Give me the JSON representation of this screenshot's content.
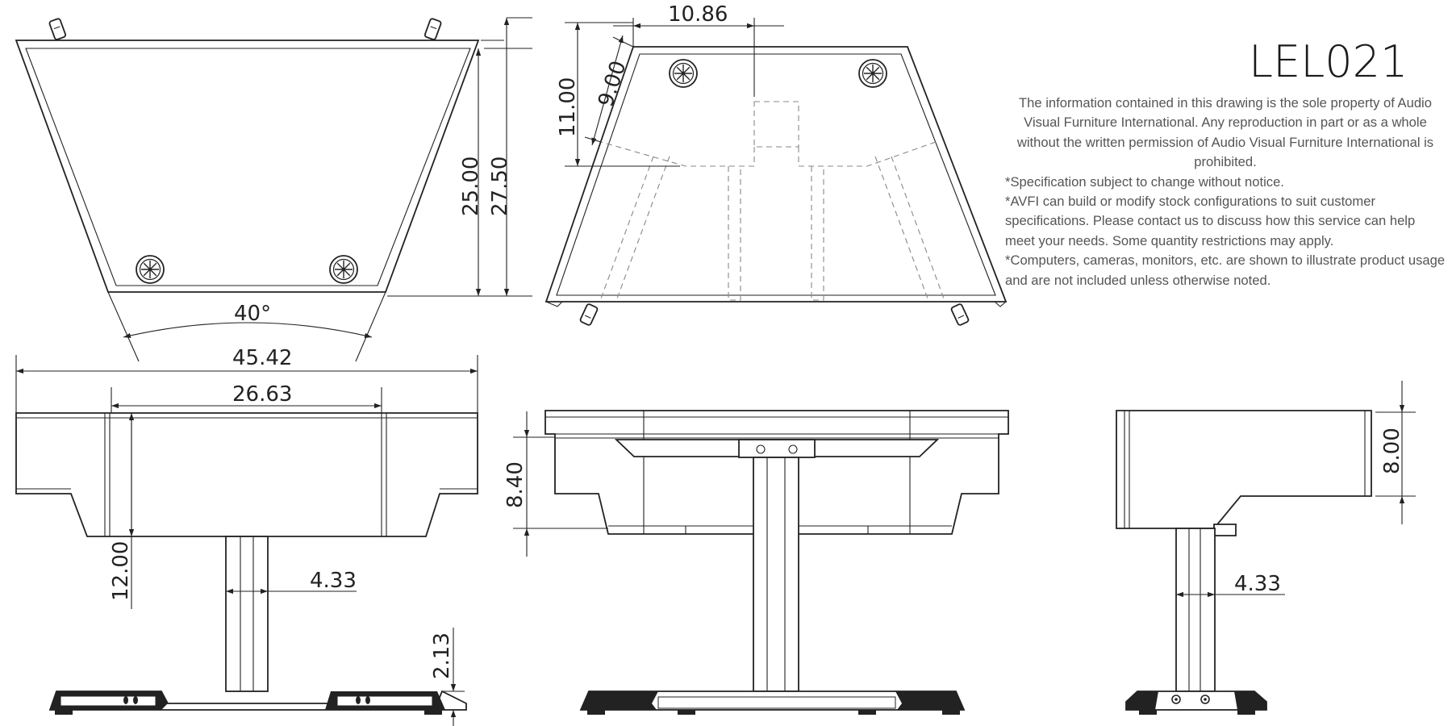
{
  "title": "LEL021",
  "notice": {
    "property": "The information contained in this drawing is the sole property of Audio Visual Furniture International. Any reproduction in part or as a whole without the written permission of Audio Visual Furniture International is prohibited.",
    "specification": "*Specification subject to change without notice.",
    "custom": "*AVFI can build or modify stock configurations to suit customer specifications. Please contact us to discuss how this service can help meet your needs. Some quantity restrictions may apply.",
    "equipment": "*Computers, cameras, monitors, etc. are shown to illustrate product usage and are not included unless otherwise noted."
  },
  "dimensions": {
    "top_depth_inner": "25.00",
    "top_depth_overall": "27.50",
    "angle": "40°",
    "wing_width": "10.86",
    "wing_depth": "11.00",
    "wing_diagonal": "9.00",
    "overall_width": "45.42",
    "center_width": "26.63",
    "front_height": "12.00",
    "column_width_front": "4.33",
    "foot_height": "2.13",
    "side_height": "8.40",
    "right_height": "8.00",
    "column_width_right": "4.33"
  }
}
